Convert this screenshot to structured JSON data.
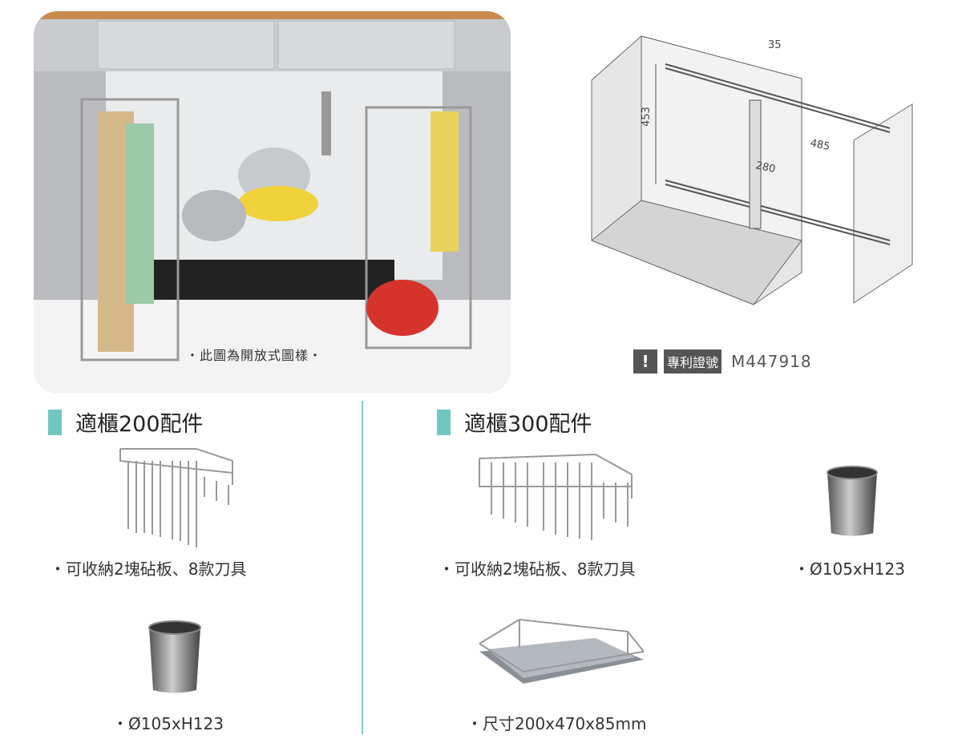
{
  "photo": {
    "caption": "・此圖為開放式圖樣・"
  },
  "diagram": {
    "dimensions": {
      "top": "35",
      "height": "453",
      "depth": "485",
      "width": "280"
    }
  },
  "patent": {
    "icon": "exclamation-icon",
    "mark": "!",
    "label": "專利證號",
    "number": "M447918"
  },
  "colors": {
    "accent": "#6fc7bf",
    "divider": "#7fcfca",
    "badge": "#555555"
  },
  "sections": [
    {
      "title": "適櫃200配件",
      "items": [
        {
          "caption": "・可收納2塊砧板、8款刀具"
        },
        {
          "caption": "・Ø105xH123"
        }
      ]
    },
    {
      "title": "適櫃300配件",
      "items": [
        {
          "caption": "・可收納2塊砧板、8款刀具"
        },
        {
          "caption": "・Ø105xH123"
        },
        {
          "caption": "・尺寸200x470x85mm"
        }
      ]
    }
  ]
}
